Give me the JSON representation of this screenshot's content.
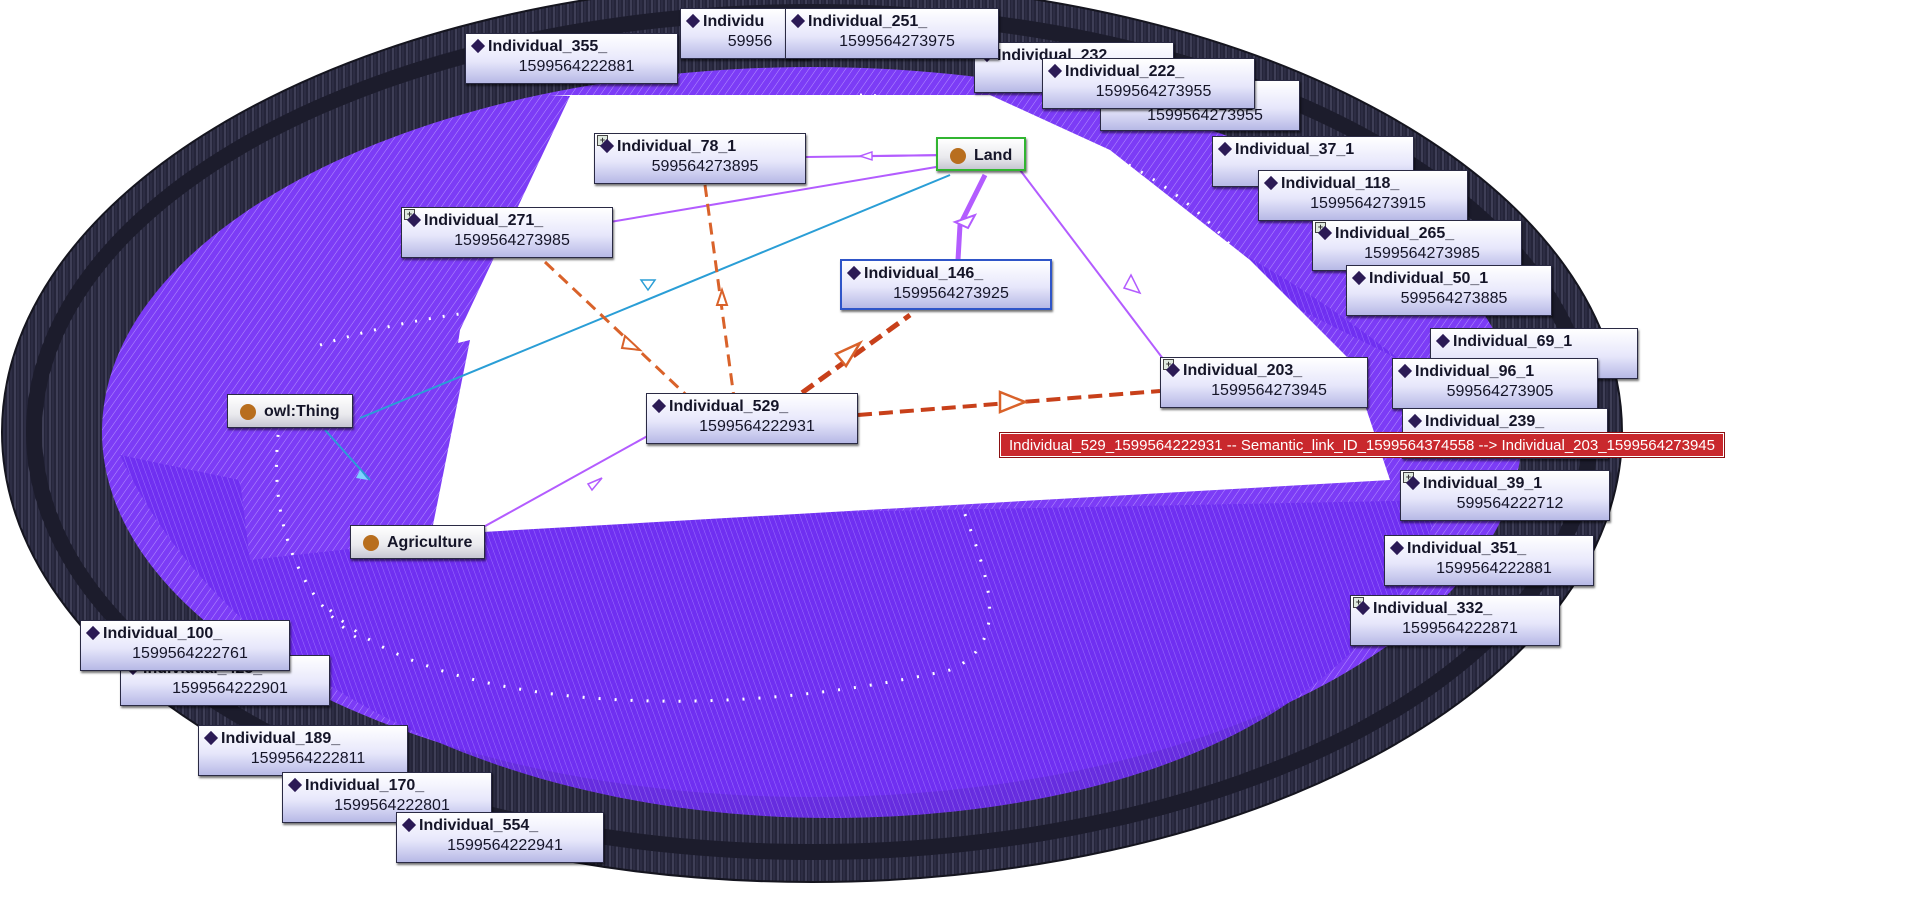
{
  "classes": {
    "owl_thing": "owl:Thing",
    "land": "Land",
    "agriculture": "Agriculture"
  },
  "individuals": {
    "i251": [
      "Individual_251_",
      "1599564273975"
    ],
    "i355": [
      "Individual_355_",
      "1599564222881"
    ],
    "i222": [
      "Individual_222_",
      "1599564273955"
    ],
    "i78": [
      "Individual_78_1",
      "599564273895"
    ],
    "i271": [
      "Individual_271_",
      "1599564273985"
    ],
    "i146": [
      "Individual_146_",
      "1599564273925"
    ],
    "i529": [
      "Individual_529_",
      "1599564222931"
    ],
    "i203": [
      "Individual_203_",
      "1599564273945"
    ],
    "i37": [
      "Individual_37_1",
      ""
    ],
    "i118": [
      "Individual_118_",
      "1599564273915"
    ],
    "i265": [
      "Individual_265_",
      "1599564273985"
    ],
    "i50": [
      "Individual_50_1",
      "599564273885"
    ],
    "i69": [
      "Individual_69_1",
      ""
    ],
    "i96": [
      "Individual_96_1",
      "599564273905"
    ],
    "i239": [
      "Individual_239_",
      ""
    ],
    "i39": [
      "Individual_39_1",
      "599564222712"
    ],
    "i351": [
      "Individual_351_",
      "1599564222881"
    ],
    "i332": [
      "Individual_332_",
      "1599564222871"
    ],
    "i100": [
      "Individual_100_",
      "1599564222761"
    ],
    "i425": [
      "Individual_425_",
      "1599564222901"
    ],
    "i189": [
      "Individual_189_",
      "1599564222811"
    ],
    "i170": [
      "Individual_170_",
      "1599564222801"
    ],
    "i554": [
      "Individual_554_",
      "1599564222941"
    ],
    "ic_top": [
      "Individu",
      "59956"
    ],
    "ic_232": [
      "Individual_232_",
      ""
    ],
    "ic_955": [
      "",
      "1599564273955"
    ]
  },
  "tooltip": "Individual_529_1599564222931 -- Semantic_link_ID_1599564374558 --> Individual_203_1599564273945",
  "colors": {
    "fan": "#7b3bf5",
    "fan_light": "#c6a6ff",
    "dark_ring": "#25253a",
    "edge_purple": "#b35cff",
    "edge_blue": "#2a9ed6",
    "edge_dashed": "#d9622a",
    "tooltip_bg": "#c9282d",
    "class_dot": "#b86e1e",
    "selected_border": "#31b531"
  }
}
